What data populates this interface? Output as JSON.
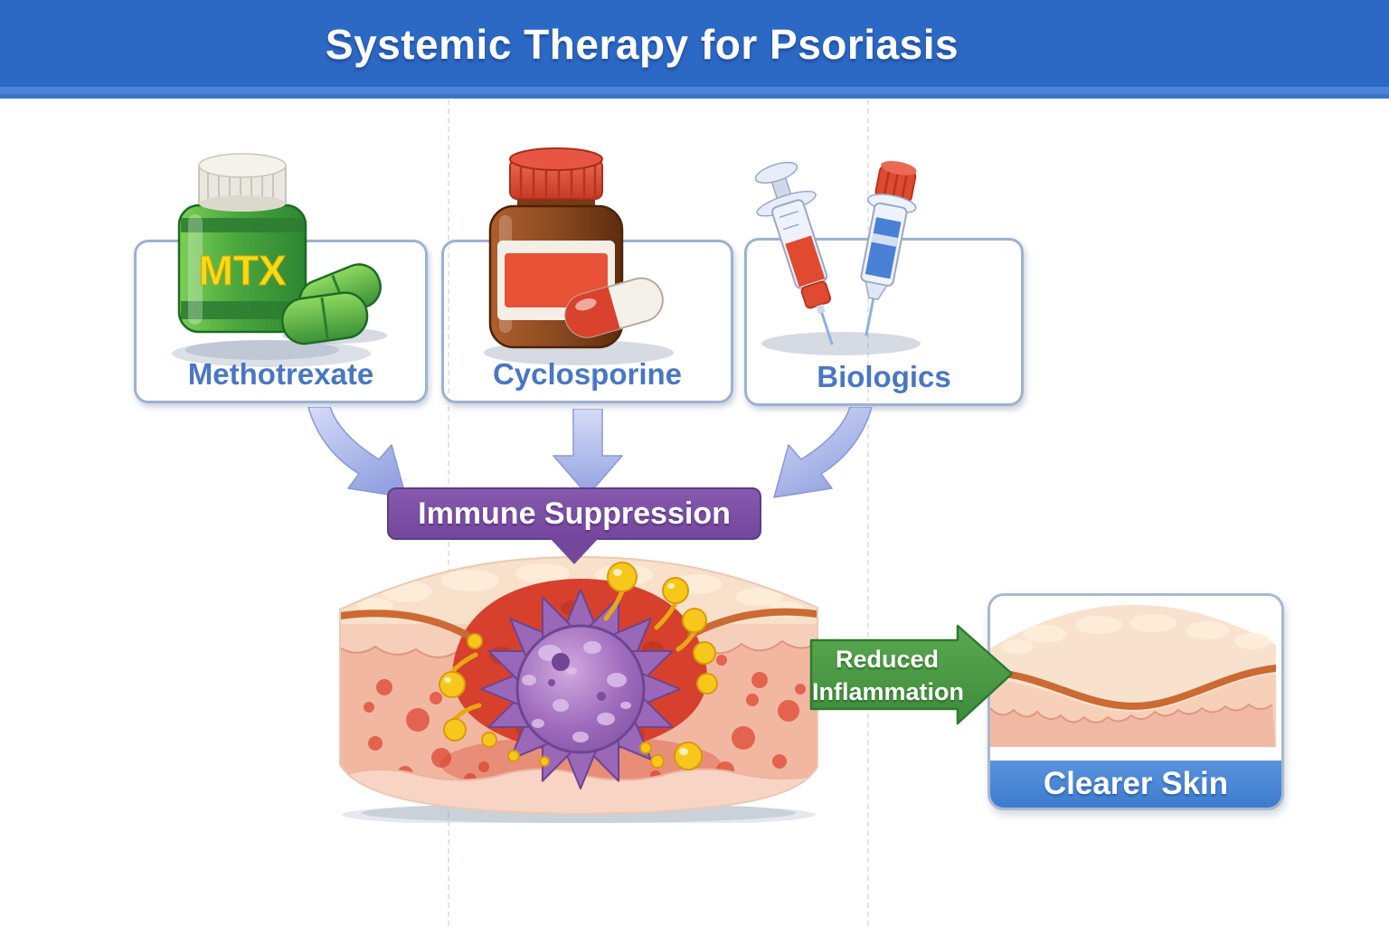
{
  "header": {
    "title": "Systemic Therapy for Psoriasis"
  },
  "therapies": [
    {
      "label": "Methotrexate",
      "icon": "mtx-pill-bottle-icon",
      "bottle_text": "MTX"
    },
    {
      "label": "Cyclosporine",
      "icon": "capsule-bottle-icon"
    },
    {
      "label": "Biologics",
      "icon": "syringes-icon"
    }
  ],
  "mechanism": {
    "banner_label": "Immune Suppression"
  },
  "outcome": {
    "arrow_line1": "Reduced",
    "arrow_line2": "Inflammation",
    "panel_label": "Clearer Skin"
  },
  "colors": {
    "header_blue": "#2b69c5",
    "label_blue": "#3a6cc0",
    "banner_purple": "#73489c",
    "arrow_green": "#459042",
    "result_banner_blue": "#3d7ccd",
    "mtx_bottle_green": "#4aa83e",
    "mtx_text_yellow": "#f8da14",
    "cyclo_bottle_brown": "#8a4a20",
    "cyclo_cap_red": "#d9452e",
    "immune_cell_purple": "#9a68b8",
    "cytokine_yellow": "#f7c81b",
    "inflamed_red": "#d6402c"
  }
}
